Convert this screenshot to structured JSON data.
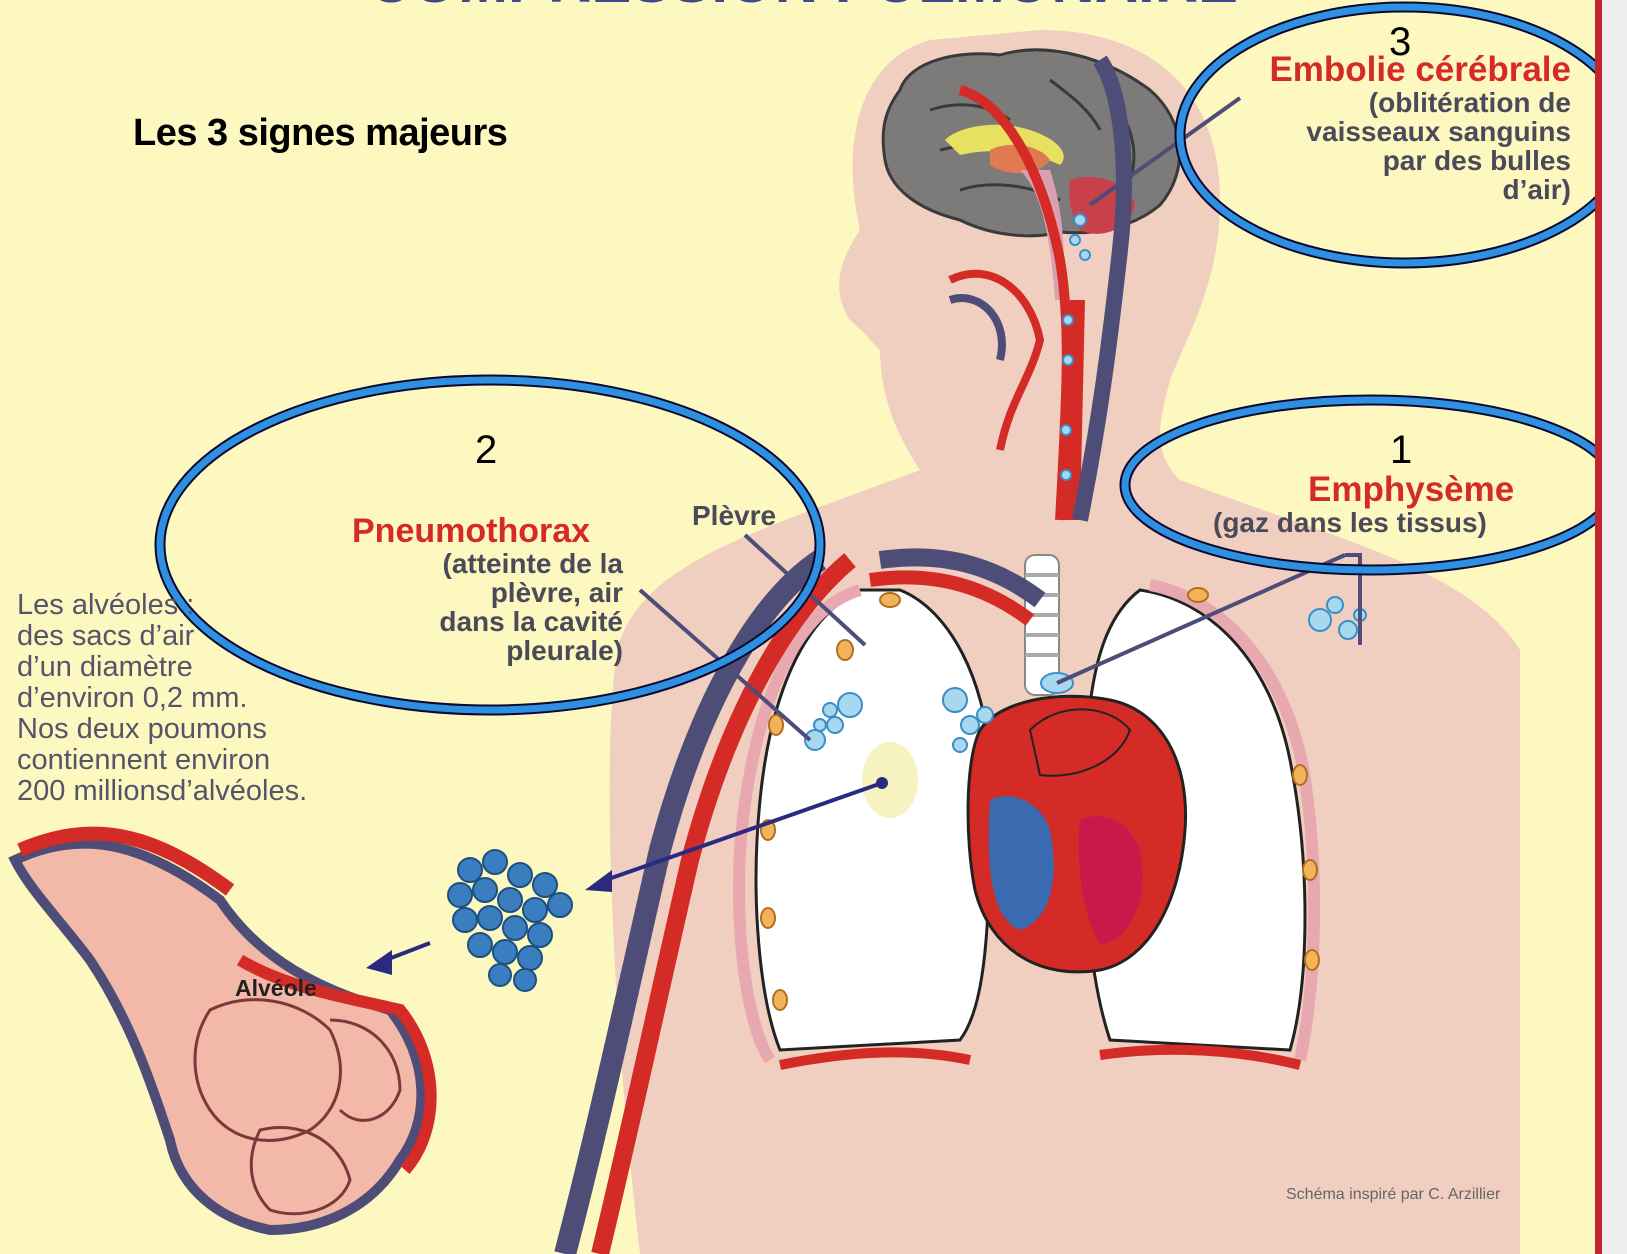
{
  "header": {
    "title_partial": "COMPRESSION PULMONAIRE"
  },
  "heading": "Les 3 signes majeurs",
  "callouts": [
    {
      "number": "3",
      "title": "Embolie cérébrale",
      "detail": "(oblitération de\nvaisseaux sanguins\npar des bulles\nd’air)"
    },
    {
      "number": "2",
      "title": "Pneumothorax",
      "detail": "(atteinte de la\nplèvre, air\ndans la cavité\npleurale)"
    },
    {
      "number": "1",
      "title": "Emphysème",
      "detail": "(gaz dans les tissus)"
    }
  ],
  "labels": {
    "plevre": "Plèvre",
    "alveole": "Alvéole"
  },
  "info_text": "Les alvéoles :\ndes sacs d’air\nd’un diamètre\nd’environ 0,2 mm.\nNos deux poumons\ncontiennent environ\n200 millionsd’alvéoles.",
  "credit": "Schéma inspiré par C. Arzillier",
  "colors": {
    "background": "#fdf7c0",
    "title_red": "#d42b26",
    "highlight_ring": "#2f8fe0",
    "border_red": "#c0262c",
    "artery": "#d42b26",
    "vein": "#4d4d78",
    "body": "#f0cfc0"
  }
}
